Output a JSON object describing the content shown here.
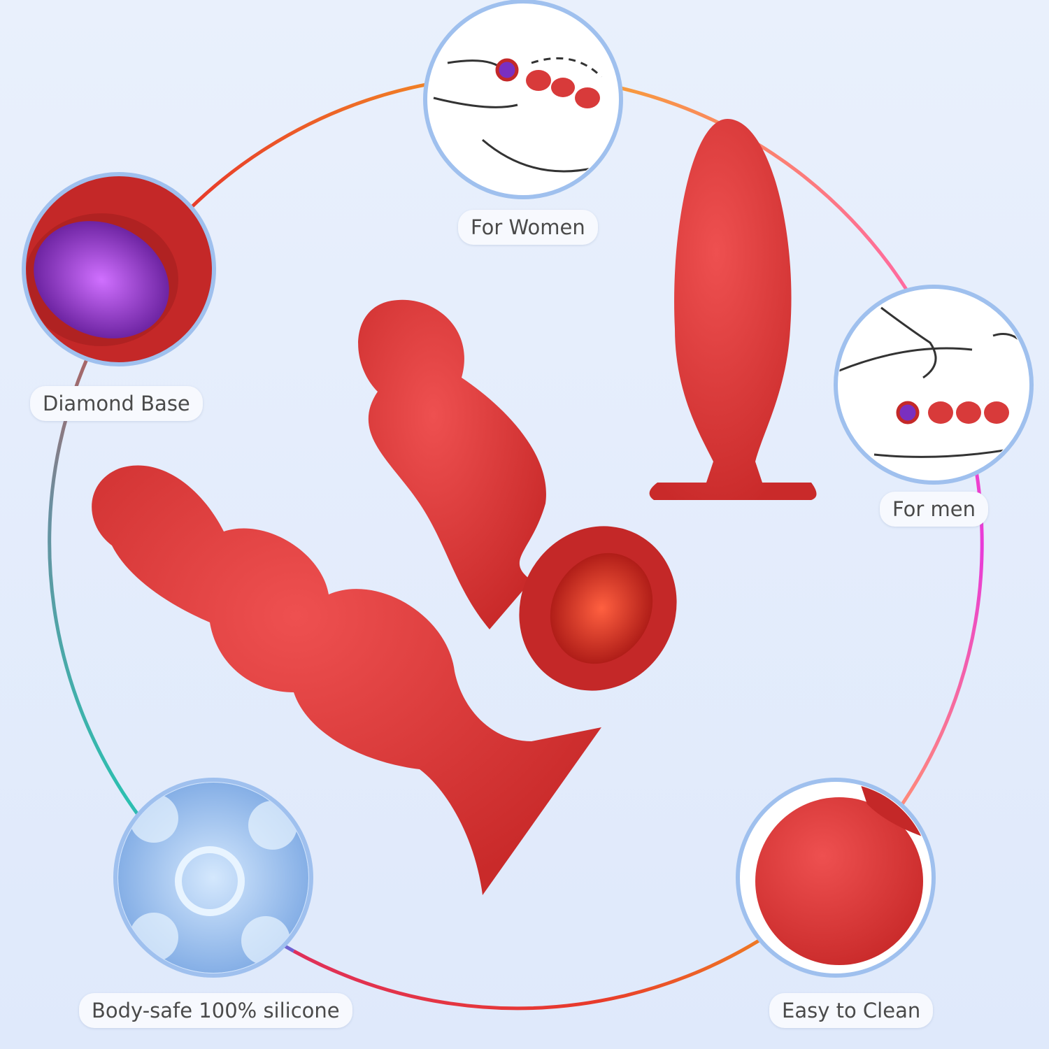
{
  "features": [
    {
      "label": "For Women",
      "icon": "usage-illustration-women"
    },
    {
      "label": "Diamond Base",
      "icon": "gem-base-closeup"
    },
    {
      "label": "For men",
      "icon": "usage-illustration-men"
    },
    {
      "label": "Body-safe 100% silicone",
      "icon": "silicone-texture"
    },
    {
      "label": "Easy to Clean",
      "icon": "smooth-surface-closeup"
    }
  ],
  "colors": {
    "product_red": "#d93a3a",
    "inset_border": "#9fc0ee",
    "gem_purple": "#8a2fc0",
    "gem_red": "#e02020"
  }
}
